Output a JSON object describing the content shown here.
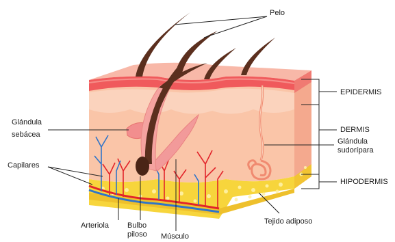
{
  "labels": {
    "pelo": "Pelo",
    "epidermis": "EPIDERMIS",
    "dermis": "DERMIS",
    "glandula_sudoripara_1": "Glándula",
    "glandula_sudoripara_2": "sudorípara",
    "hipodermis": "HIPODERMIS",
    "tejido_adiposo": "Tejido adiposo",
    "musculo": "Músculo",
    "bulbo_piloso_1": "Bulbo",
    "bulbo_piloso_2": "piloso",
    "arteriola": "Arteriola",
    "capilares": "Capilares",
    "glandula_sebacea_1": "Glándula",
    "glandula_sebacea_2": "sebácea"
  },
  "colors": {
    "epidermis_top": "#f7a99a",
    "epidermis_band": "#f05a5c",
    "dermis": "#f9c3a6",
    "dermis_side": "#f6b59a",
    "hypodermis": "#f7d53c",
    "fat": "#ffe98a",
    "hair": "#5b2f1e",
    "artery": "#e2242a",
    "vein": "#2f74c9",
    "gland": "#f28e8e",
    "leader_line": "#222222"
  },
  "icons": {
    "hair_strand": "hair-icon"
  }
}
